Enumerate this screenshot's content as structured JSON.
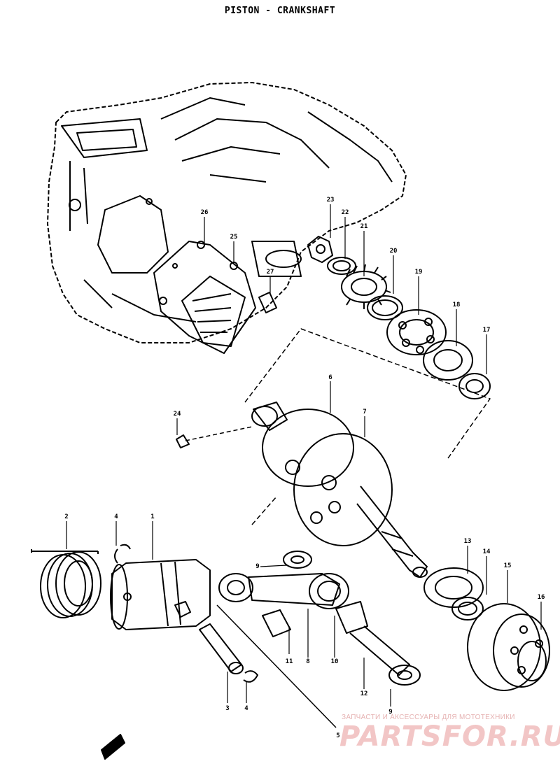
{
  "title": "PISTON - CRANKSHAFT",
  "watermark": {
    "caption": "ЗАПЧАСТИ И АКСЕССУАРЫ ДЛЯ МОТОТЕХНИКИ",
    "logo": "PARTSFOR.RU"
  },
  "callouts": [
    {
      "id": "c23",
      "label": "23"
    },
    {
      "id": "c22",
      "label": "22"
    },
    {
      "id": "c21",
      "label": "21"
    },
    {
      "id": "c20",
      "label": "20"
    },
    {
      "id": "c19",
      "label": "19"
    },
    {
      "id": "c18",
      "label": "18"
    },
    {
      "id": "c17",
      "label": "17"
    },
    {
      "id": "c26",
      "label": "26"
    },
    {
      "id": "c25",
      "label": "25"
    },
    {
      "id": "c27",
      "label": "27"
    },
    {
      "id": "c24",
      "label": "24"
    },
    {
      "id": "c6",
      "label": "6"
    },
    {
      "id": "c7",
      "label": "7"
    },
    {
      "id": "c2",
      "label": "2"
    },
    {
      "id": "c4a",
      "label": "4"
    },
    {
      "id": "c1",
      "label": "1"
    },
    {
      "id": "c9a",
      "label": "9"
    },
    {
      "id": "c11",
      "label": "11"
    },
    {
      "id": "c8",
      "label": "8"
    },
    {
      "id": "c10",
      "label": "10"
    },
    {
      "id": "c12",
      "label": "12"
    },
    {
      "id": "c9b",
      "label": "9"
    },
    {
      "id": "c3",
      "label": "3"
    },
    {
      "id": "c4b",
      "label": "4"
    },
    {
      "id": "c5",
      "label": "5"
    },
    {
      "id": "c13",
      "label": "13"
    },
    {
      "id": "c14",
      "label": "14"
    },
    {
      "id": "c15",
      "label": "15"
    },
    {
      "id": "c16",
      "label": "16"
    }
  ]
}
